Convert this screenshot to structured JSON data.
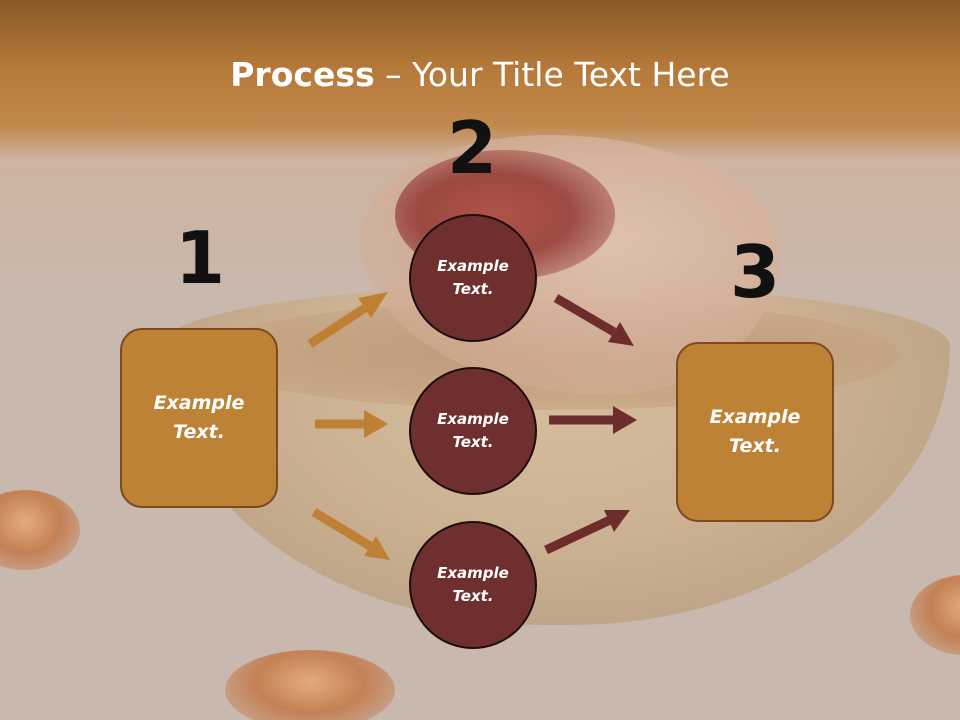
{
  "title": {
    "bold": "Process",
    "rest": " – Your Title Text Here"
  },
  "steps": {
    "one": "1",
    "two": "2",
    "three": "3"
  },
  "left_box": {
    "line1": "Example",
    "line2": "Text."
  },
  "circles": [
    {
      "line1": "Example",
      "line2": "Text."
    },
    {
      "line1": "Example",
      "line2": "Text."
    },
    {
      "line1": "Example",
      "line2": "Text."
    }
  ],
  "right_box": {
    "line1": "Example",
    "line2": "Text."
  },
  "colors": {
    "box_fill": "#bd8235",
    "circle_fill": "#6f2f2f",
    "arrow_in": "#bf7f35",
    "arrow_out": "#6e2d2d",
    "title_bar": "#b67a3a"
  },
  "icons": {
    "arrow_in": "right-arrow-icon",
    "arrow_out": "right-arrow-icon"
  }
}
